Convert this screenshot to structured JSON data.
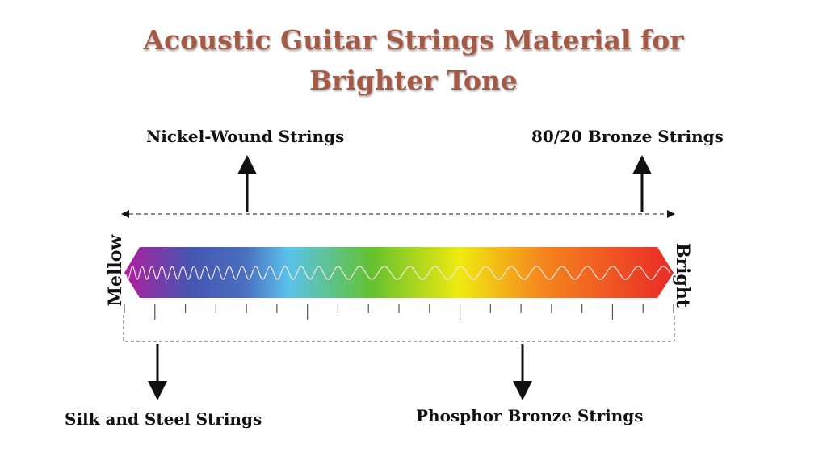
{
  "title_line1": "Acoustic Guitar Strings Material for",
  "title_line2": "Brighter Tone",
  "scale": {
    "left_label": "Mellow",
    "right_label": "Bright"
  },
  "labels": {
    "nickel": "Nickel-Wound Strings",
    "bronze8020": "80/20 Bronze Strings",
    "silk": "Silk and Steel Strings",
    "phosphor": "Phosphor Bronze Strings"
  },
  "colors": {
    "title": "#a45a44",
    "gradient": [
      "#b01e9e",
      "#4556b0",
      "#5ac3eb",
      "#63c12f",
      "#f0ea10",
      "#f5861e",
      "#ea2a28"
    ]
  }
}
